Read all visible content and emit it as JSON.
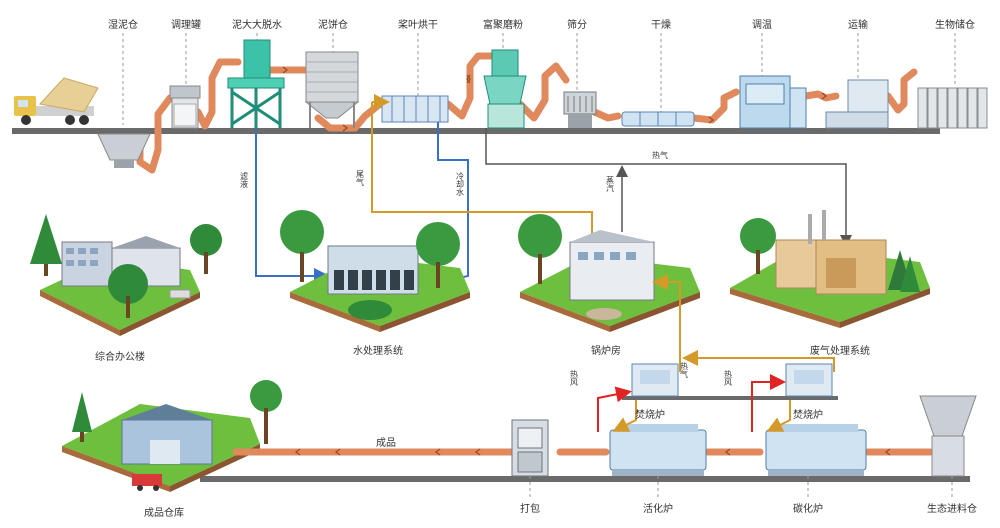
{
  "process_labels": {
    "wet_sludge_bin": "湿泥仓",
    "conditioning_tank": "调理罐",
    "sludge_dewatering": "泥大大脱水",
    "mud_cake_bin": "泥饼仓",
    "paddle_dryer": "桨叶烘干",
    "crusher": "富聚磨粉",
    "screening": "筛分",
    "drying": "干燥",
    "cooling": "调温",
    "conveying": "运输",
    "bio_storage": "生物储仓"
  },
  "flow_labels": {
    "filtrate": "滤液",
    "exhaust": "尾气",
    "cooling_water": "冷却水",
    "steam": "蒸汽",
    "heat1": "热气",
    "heat2": "热气",
    "hot_air_a": "热风",
    "hot_air_b": "热风",
    "product": "成品"
  },
  "area_labels": {
    "office": "综合办公楼",
    "water_treatment": "水处理系统",
    "boiler_room": "锅炉房",
    "waste_gas": "废气处理系统",
    "product_warehouse": "成品仓库"
  },
  "bottom_labels": {
    "packing": "打包",
    "incinerator1": "焚烧炉",
    "incinerator2": "焚烧炉",
    "activation_furnace": "活化炉",
    "carbonization_furnace": "碳化炉",
    "bio_feed_bin": "生态进料仓"
  },
  "colors": {
    "pipe_copper": "#e0895c",
    "flow_blue": "#3a6fc9",
    "flow_gold": "#d39a2a",
    "flow_red": "#e02424",
    "flow_gray": "#555555",
    "ground": "#6a6a6a",
    "grass": "#5fae3a",
    "equipment_teal": "#3cc2a8",
    "equipment_blue": "#a9cde8"
  }
}
